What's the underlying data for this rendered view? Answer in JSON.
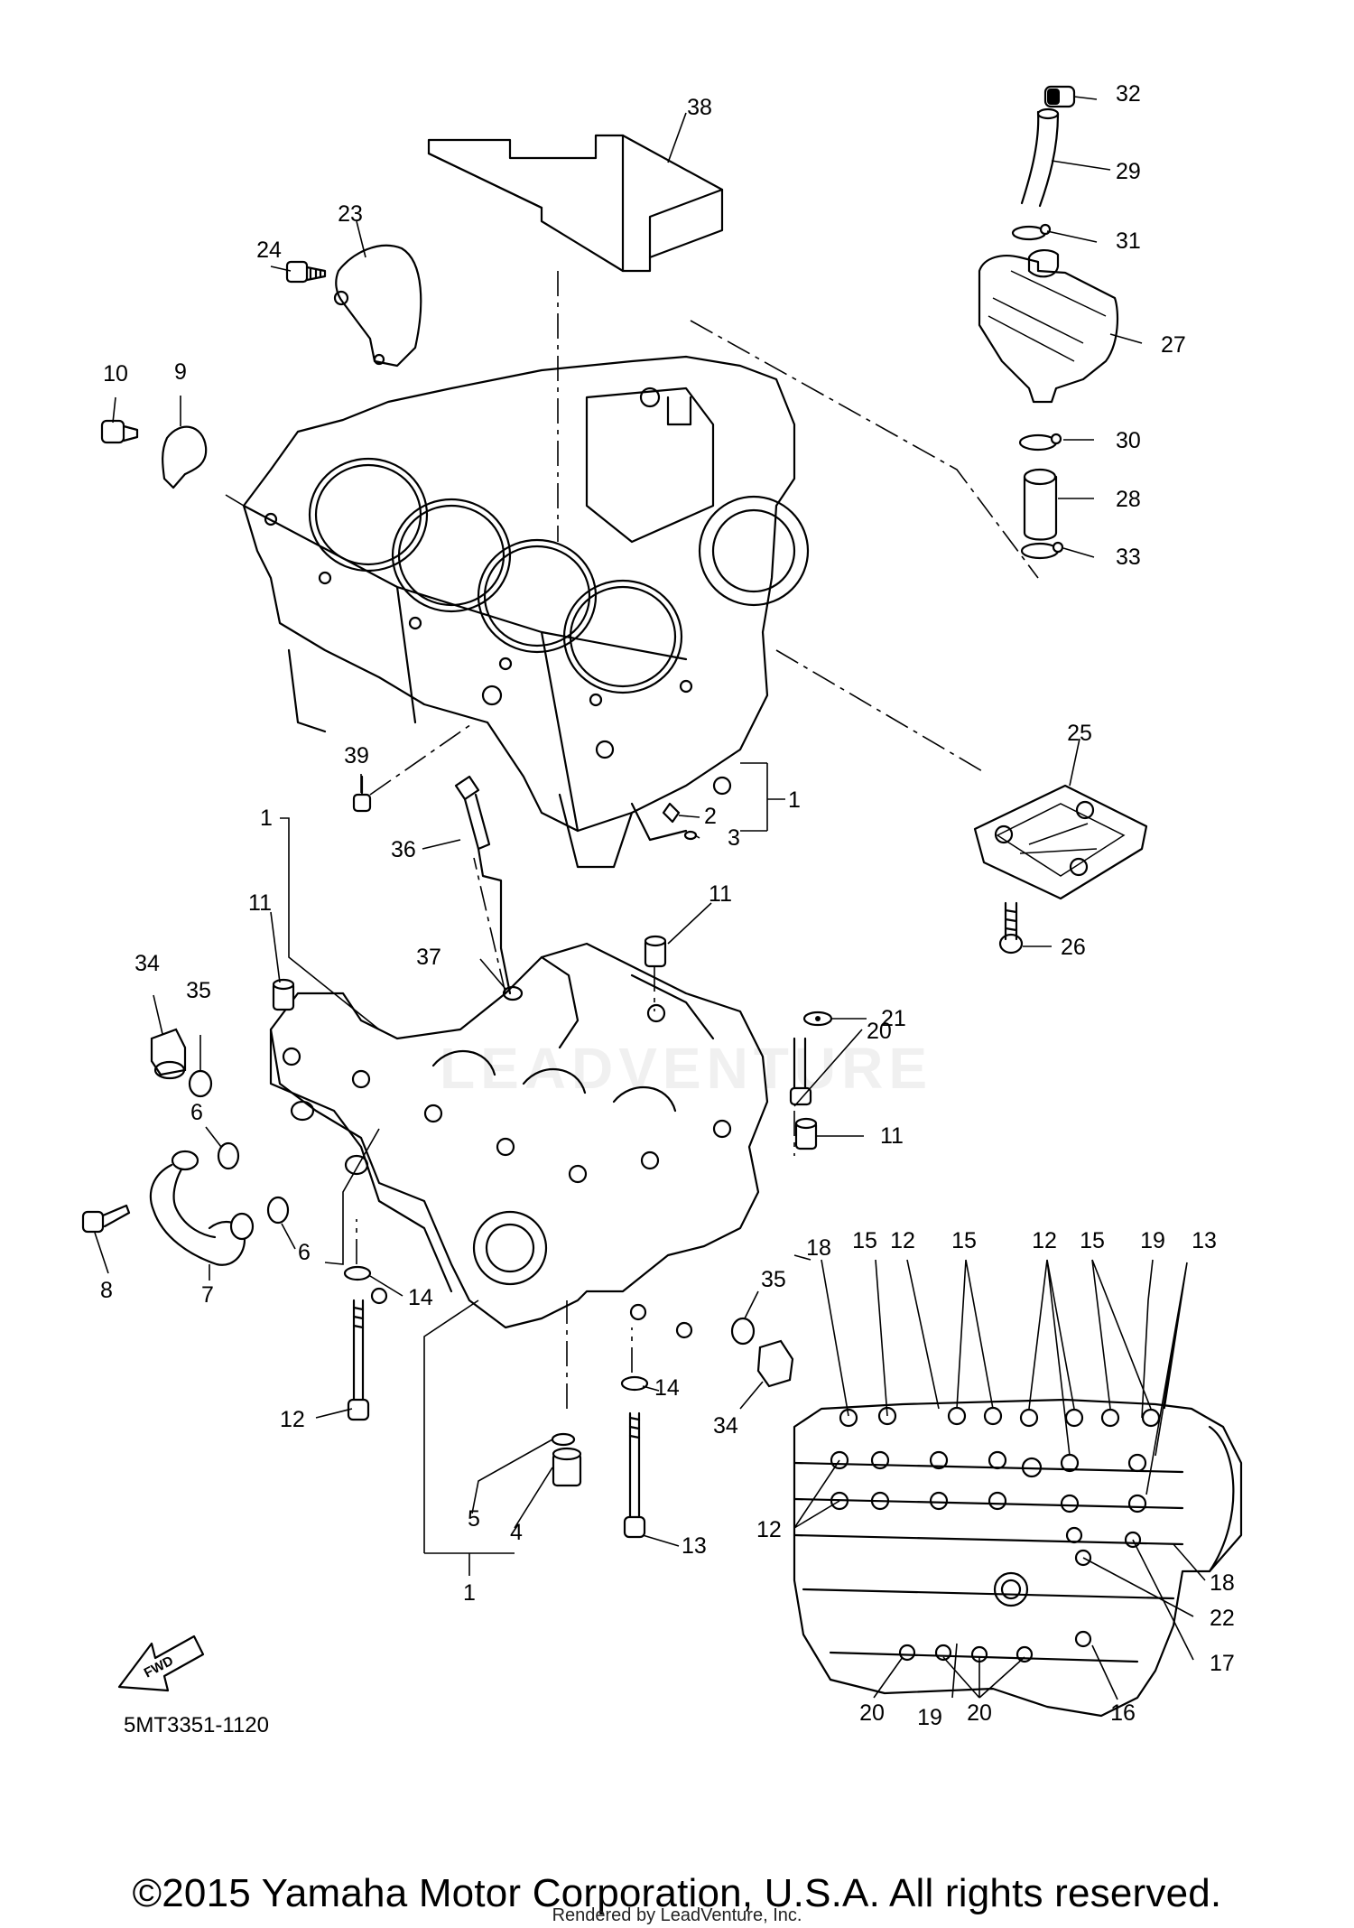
{
  "diagram": {
    "code": "5MT3351-1120",
    "fwd_label": "FWD",
    "watermark": "LEADVENTURE",
    "callouts": [
      {
        "id": "c38",
        "text": "38"
      },
      {
        "id": "c32",
        "text": "32"
      },
      {
        "id": "c29",
        "text": "29"
      },
      {
        "id": "c31",
        "text": "31"
      },
      {
        "id": "c27",
        "text": "27"
      },
      {
        "id": "c30",
        "text": "30"
      },
      {
        "id": "c28",
        "text": "28"
      },
      {
        "id": "c33",
        "text": "33"
      },
      {
        "id": "c23",
        "text": "23"
      },
      {
        "id": "c24",
        "text": "24"
      },
      {
        "id": "c10",
        "text": "10"
      },
      {
        "id": "c9",
        "text": "9"
      },
      {
        "id": "c25",
        "text": "25"
      },
      {
        "id": "c26",
        "text": "26"
      },
      {
        "id": "c39",
        "text": "39"
      },
      {
        "id": "c1a",
        "text": "1"
      },
      {
        "id": "c1b",
        "text": "1"
      },
      {
        "id": "c2",
        "text": "2"
      },
      {
        "id": "c3",
        "text": "3"
      },
      {
        "id": "c36",
        "text": "36"
      },
      {
        "id": "c11a",
        "text": "11"
      },
      {
        "id": "c11b",
        "text": "11"
      },
      {
        "id": "c11c",
        "text": "11"
      },
      {
        "id": "c21",
        "text": "21"
      },
      {
        "id": "c20a",
        "text": "20"
      },
      {
        "id": "c34a",
        "text": "34"
      },
      {
        "id": "c35a",
        "text": "35"
      },
      {
        "id": "c37",
        "text": "37"
      },
      {
        "id": "c6a",
        "text": "6"
      },
      {
        "id": "c6b",
        "text": "6"
      },
      {
        "id": "c8",
        "text": "8"
      },
      {
        "id": "c7",
        "text": "7"
      },
      {
        "id": "c14a",
        "text": "14"
      },
      {
        "id": "c14b",
        "text": "14"
      },
      {
        "id": "c12a",
        "text": "12"
      },
      {
        "id": "c35b",
        "text": "35"
      },
      {
        "id": "c34b",
        "text": "34"
      },
      {
        "id": "c5",
        "text": "5"
      },
      {
        "id": "c4",
        "text": "4"
      },
      {
        "id": "c1c",
        "text": "1"
      },
      {
        "id": "c13a",
        "text": "13"
      },
      {
        "id": "c18a",
        "text": "18"
      },
      {
        "id": "c15a",
        "text": "15"
      },
      {
        "id": "c12b",
        "text": "12"
      },
      {
        "id": "c15b",
        "text": "15"
      },
      {
        "id": "c12c",
        "text": "12"
      },
      {
        "id": "c15c",
        "text": "15"
      },
      {
        "id": "c19a",
        "text": "19"
      },
      {
        "id": "c13b",
        "text": "13"
      },
      {
        "id": "c12d",
        "text": "12"
      },
      {
        "id": "c18b",
        "text": "18"
      },
      {
        "id": "c22",
        "text": "22"
      },
      {
        "id": "c17",
        "text": "17"
      },
      {
        "id": "c20b",
        "text": "20"
      },
      {
        "id": "c19b",
        "text": "19"
      },
      {
        "id": "c20c",
        "text": "20"
      },
      {
        "id": "c16",
        "text": "16"
      }
    ]
  },
  "footer": {
    "copyright": "©2015 Yamaha Motor Corporation, U.S.A. All rights reserved.",
    "rendered_by": "Rendered by LeadVenture, Inc."
  }
}
